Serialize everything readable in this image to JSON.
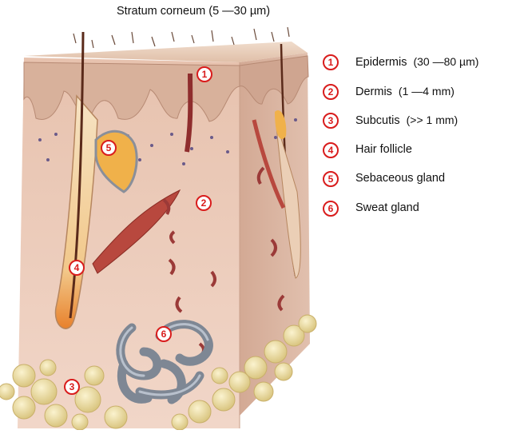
{
  "top_label": "Stratum corneum  (5 —30 µm)",
  "legend": [
    {
      "number": "1",
      "label": "Epidermis",
      "detail": "(30 —80 µm)"
    },
    {
      "number": "2",
      "label": "Dermis",
      "detail": "(1 —4 mm)"
    },
    {
      "number": "3",
      "label": "Subcutis",
      "detail": "(>> 1 mm)"
    },
    {
      "number": "4",
      "label": "Hair follicle",
      "detail": ""
    },
    {
      "number": "5",
      "label": "Sebaceous gland",
      "detail": ""
    },
    {
      "number": "6",
      "label": "Sweat gland",
      "detail": ""
    }
  ],
  "badges": [
    "1",
    "2",
    "3",
    "4",
    "5",
    "6"
  ],
  "colors": {
    "badge_red": "#d91c1c",
    "dermis_pink": "#ecc9b6",
    "epidermis_tan": "#dcb49e",
    "fat_yellow": "#e6d69a",
    "follicle_orange": "#e8a040",
    "sweat_gland_gray": "#7e8794"
  }
}
